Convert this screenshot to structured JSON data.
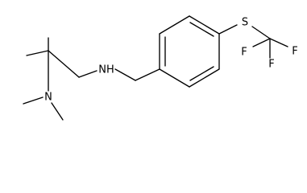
{
  "molecule": {
    "atoms": {
      "nh": "NH",
      "n": "N",
      "s": "S",
      "f1": "F",
      "f2": "F",
      "f3": "F"
    }
  }
}
